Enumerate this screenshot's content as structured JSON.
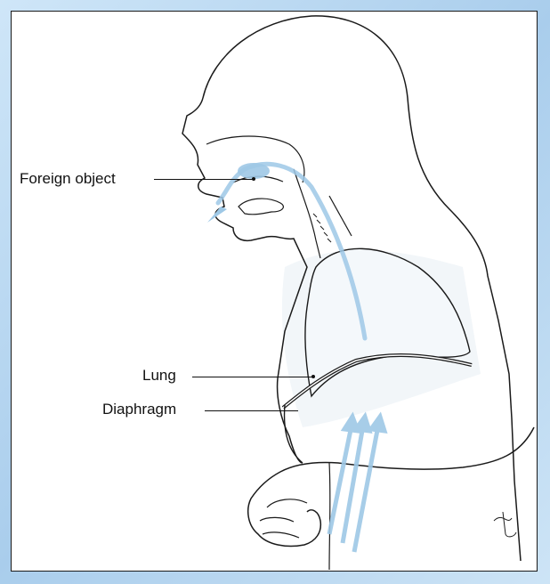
{
  "labels": {
    "foreign_object": "Foreign object",
    "lung": "Lung",
    "diaphragm": "Diaphragm"
  },
  "colors": {
    "frame": "#b9d8f0",
    "airflow": "#9ec8e6",
    "ink": "#111111"
  }
}
